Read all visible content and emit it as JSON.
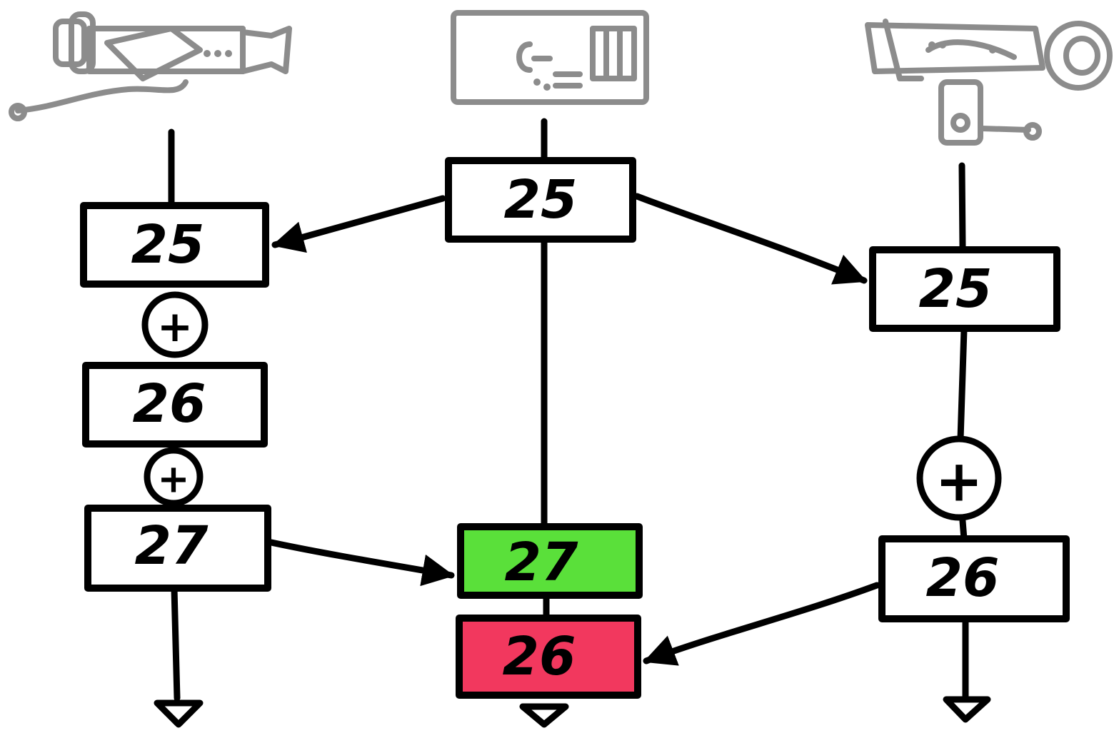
{
  "diagram": {
    "colors": {
      "stroke": "#000000",
      "icon": "#8c8c8c",
      "box_fill": "#ffffff",
      "accepted": "#5ae03a",
      "rejected": "#f2385e"
    },
    "icons": {
      "left": "satellite-icon",
      "center": "server-icon",
      "right": "satellite-icon"
    },
    "plus_symbol": "+",
    "left_chain": {
      "box_1": "25",
      "box_2": "26",
      "box_3": "27"
    },
    "center_chain": {
      "box_top": "25",
      "box_accepted": "27",
      "box_rejected": "26"
    },
    "right_chain": {
      "box_1": "25",
      "box_2": "26"
    }
  }
}
